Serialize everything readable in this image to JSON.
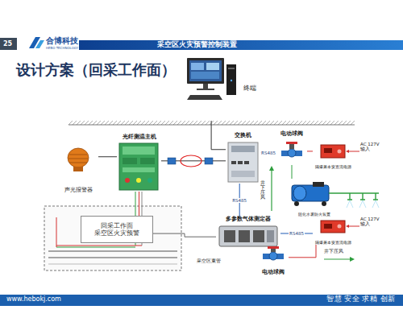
{
  "diagram": {
    "title": "设计方案（回采工作面）",
    "nodes": [
      {
        "text": [
          "终端"
        ]
      },
      {
        "text": [
          "声光报警器"
        ]
      },
      {
        "text": [
          "光纤测温主机"
        ]
      },
      {
        "text": [
          "交换机"
        ]
      },
      {
        "text": [
          "电动球阀"
        ]
      },
      {
        "text": [
          "隔爆兼本安直流电源"
        ]
      },
      {
        "text": [
          "阻化水雾防火装置"
        ]
      },
      {
        "text": [
          "多参数气体测定器"
        ]
      },
      {
        "text": [
          "隔爆兼本安直流电源"
        ]
      },
      {
        "text": [
          "电动球阀"
        ]
      },
      {
        "text": [
          "回采工作面 采空区火灾预警"
        ]
      }
    ],
    "edges": [
      {
        "from": 0,
        "to": 3,
        "arrow": "none"
      },
      {
        "from": 2,
        "to": 3,
        "arrow": "none"
      },
      {
        "from": 1,
        "to": 2,
        "arrow": "none"
      },
      {
        "from": 3,
        "to": 4,
        "label": "RS485",
        "arrow": "none"
      },
      {
        "from": 3,
        "to": 7,
        "label": "RS485",
        "arrow": "none"
      },
      {
        "from": 5,
        "to": 4,
        "arrow": "none"
      },
      {
        "from": 4,
        "to": 6,
        "arrow": "none"
      },
      {
        "from": 7,
        "to": 8,
        "label": "RS485",
        "arrow": "none"
      },
      {
        "from": 8,
        "to": 9,
        "arrow": "none"
      },
      {
        "from": 2,
        "to": 10,
        "arrow": "none"
      },
      {
        "from": 7,
        "to": 10,
        "arrow": "none"
      }
    ],
    "labels": [
      "25",
      "合博科技",
      "HEBO TECHNOLOGY",
      "采空区火灾预警控制装置",
      "AC 127V 输入",
      "井下压风",
      "AC 127V 输入",
      "井下压风",
      "采空区束管",
      "www.hebokj.com",
      "智慧 安全 求精 创新"
    ]
  }
}
